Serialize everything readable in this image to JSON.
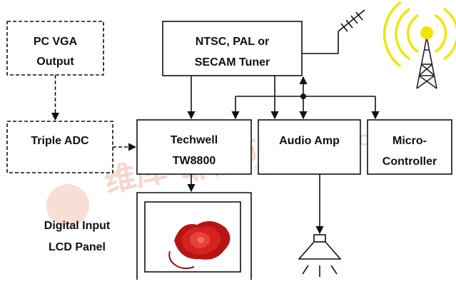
{
  "blocks": {
    "pc_vga": {
      "line1": "PC VGA",
      "line2": "Output"
    },
    "triple_adc": {
      "label": "Triple ADC"
    },
    "tuner": {
      "line1": "NTSC, PAL or",
      "line2": "SECAM Tuner"
    },
    "techwell": {
      "line1": "Techwell",
      "line2": "TW8800"
    },
    "audio_amp": {
      "label": "Audio Amp"
    },
    "micro": {
      "line1": "Micro-",
      "line2": "Controller"
    },
    "lcd": {
      "line1": "Digital Input",
      "line2": "LCD Panel"
    }
  },
  "watermark": {
    "text": "WWW.DZSC.COM",
    "glyphs": "维库电子市场网"
  },
  "colors": {
    "line": "#111111",
    "signal_yellow": "#f2e600",
    "rose": "#c81818",
    "watermark": "#f4c9bd"
  },
  "icons": [
    "antenna-icon",
    "broadcast-tower-icon",
    "speaker-icon",
    "rose-image"
  ]
}
